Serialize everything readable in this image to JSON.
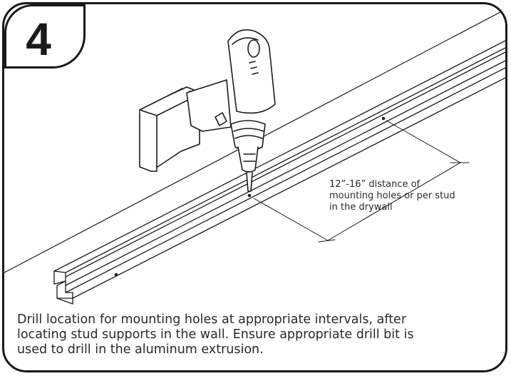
{
  "step": {
    "number": "4"
  },
  "callout": {
    "lines": [
      "12”-16” distance of",
      "mounting holes or per stud",
      "in the drywall"
    ]
  },
  "caption": {
    "lines": [
      "Drill location for mounting holes at appropriate intervals, after",
      "locating stud supports in the wall. Ensure appropriate drill bit is",
      "used to drill in the aluminum extrusion."
    ]
  },
  "colors": {
    "ink": "#1a1a1a",
    "paper": "#ffffff"
  }
}
